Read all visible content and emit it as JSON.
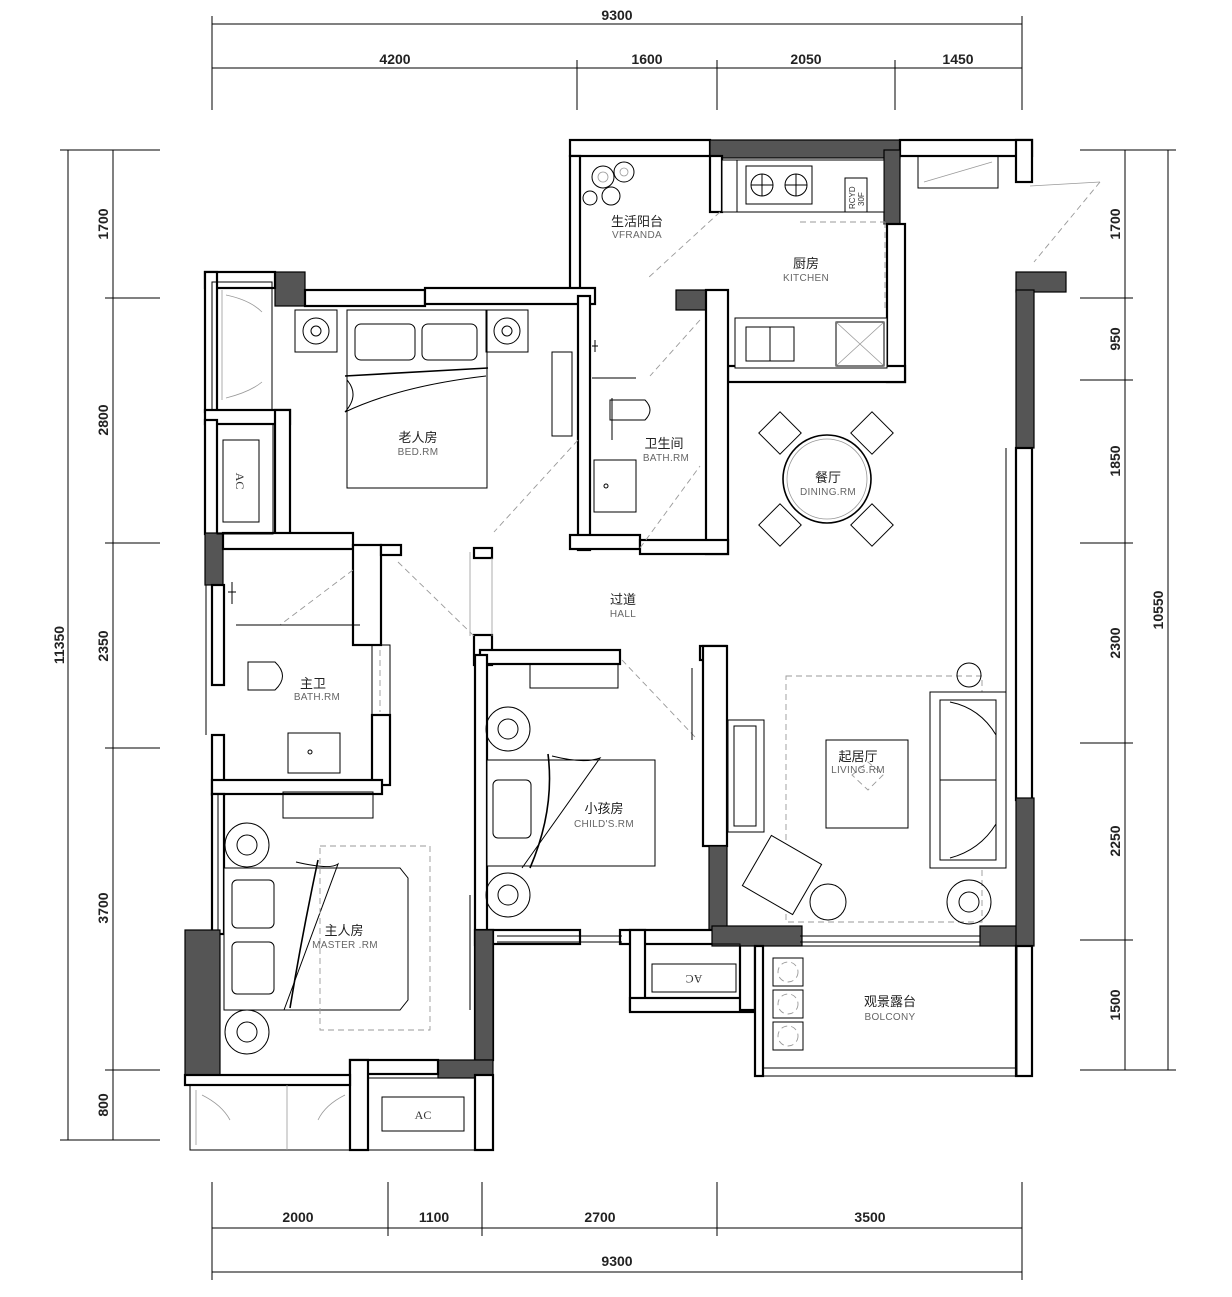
{
  "dimensions": {
    "top_total": "9300",
    "top_segments": [
      "4200",
      "1600",
      "2050",
      "1450"
    ],
    "bottom_segments": [
      "2000",
      "1100",
      "2700",
      "3500"
    ],
    "bottom_total": "9300",
    "left_segments": [
      "1700",
      "2800",
      "2350",
      "3700",
      "800"
    ],
    "left_total": "11350",
    "right_segments": [
      "1700",
      "950",
      "1850",
      "2300",
      "2250",
      "1500"
    ],
    "right_total": "10550"
  },
  "rooms": {
    "veranda": {
      "cn": "生活阳台",
      "en": "VFRANDA"
    },
    "kitchen": {
      "cn": "厨房",
      "en": "KITCHEN"
    },
    "elder_bedroom": {
      "cn": "老人房",
      "en": "BED.RM"
    },
    "bathroom": {
      "cn": "卫生间",
      "en": "BATH.RM"
    },
    "dining": {
      "cn": "餐厅",
      "en": "DINING.RM"
    },
    "hall": {
      "cn": "过道",
      "en": "HALL"
    },
    "master_bath": {
      "cn": "主卫",
      "en": "BATH.RM"
    },
    "child_room": {
      "cn": "小孩房",
      "en": "CHILD'S.RM"
    },
    "living": {
      "cn": "起居厅",
      "en": "LIVING.RM"
    },
    "master_bedroom": {
      "cn": "主人房",
      "en": "MASTER .RM"
    },
    "balcony": {
      "cn": "观景露台",
      "en": "BOLCONY"
    }
  },
  "labels": {
    "ac_1": "AC",
    "ac_2": "AC",
    "ac_3": "AC",
    "fridge": "RCYD",
    "fridge_sub": "30F"
  }
}
